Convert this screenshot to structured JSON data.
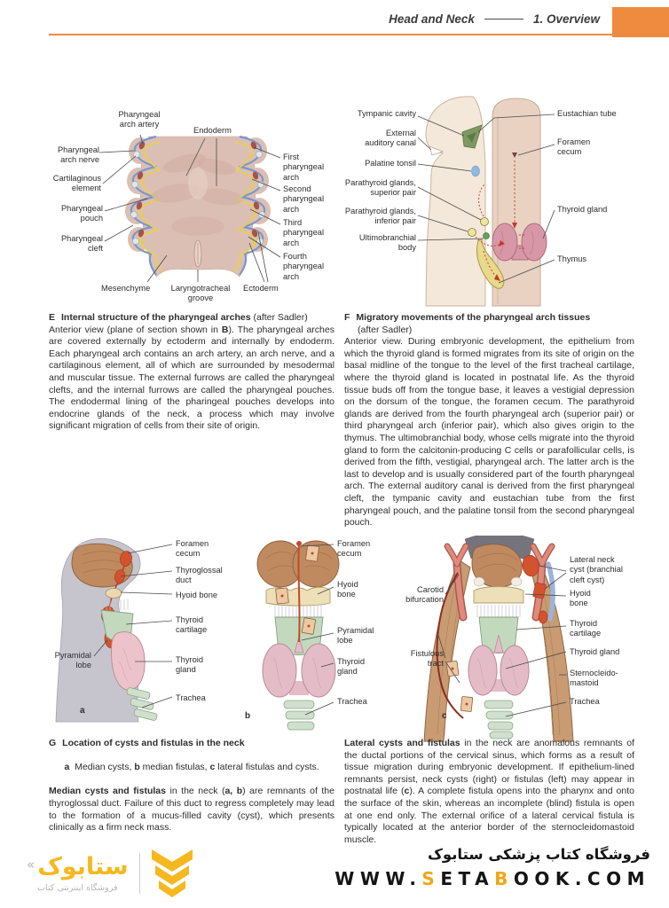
{
  "header": {
    "book_title": "Head and Neck",
    "chapter": "1.  Overview",
    "accent_color": "#ef8b3f"
  },
  "figure_e": {
    "labels": [
      "Pharyngeal\narch artery",
      "Endoderm",
      "Pharyngeal\narch nerve",
      "Cartilaginous\nelement",
      "Pharyngeal\npouch",
      "Pharyngeal\ncleft",
      "First\npharyngeal\narch",
      "Second\npharyngeal\narch",
      "Third\npharyngeal\narch",
      "Fourth\npharyngeal\narch",
      "Mesenchyme",
      "Laryngotracheal\ngroove",
      "Ectoderm"
    ],
    "caption": {
      "letter": "E",
      "title": "Internal structure of the pharyngeal arches",
      "suffix": " (after Sadler)",
      "body_1": "Anterior view (plane of section shown in ",
      "body_bold": "B",
      "body_2": "). The pharyngeal arches are covered externally by ectoderm and internally by endoderm. Each pharyngeal arch contains an arch artery, an arch nerve, and a cartilaginous element, all of which are surrounded by mesodermal and muscular tissue. The external furrows are called the pharyngeal clefts, and the internal furrows are called the pharyngeal pouches. The endodermal lining of the pharingeal pouches develops into endocrine glands of the neck, a process which may involve significant migration of cells from their site of origin."
    }
  },
  "figure_f": {
    "labels": [
      "Tympanic cavity",
      "External\nauditory canal",
      "Palatine tonsil",
      "Parathyroid glands,\nsuperior pair",
      "Parathyroid glands,\ninferior pair",
      "Ultimobranchial\nbody",
      "Eustachian tube",
      "Foramen\ncecum",
      "Thyroid gland",
      "Thymus"
    ],
    "caption": {
      "letter": "F",
      "title": "Migratory movements of the pharyngeal arch tissues",
      "subtitle": "(after Sadler)",
      "body": "Anterior view. During embryonic development, the epithelium from which the thyroid gland is formed migrates from its site of origin on the basal midline of the tongue to the level of the first tracheal cartilage, where the thyroid gland is located in postnatal life. As the thyroid tissue buds off from the tongue base, it leaves a vestigial depression on the dorsum of the tongue, the foramen cecum. The parathyroid glands are derived from the fourth pharyngeal arch (superior pair) or third pharyngeal arch (inferior pair), which also gives origin to the thymus. The ultimobranchial body, whose cells migrate into the thyroid gland to form the calcitonin-producing C cells or parafollicular cells, is derived from the fifth, vestigial, pharyngeal arch. The latter arch is the last to develop and is usually considered part of the fourth pharyngeal arch. The external auditory canal is derived from the first pharyngeal cleft, the tympanic cavity and eustachian tube from the first pharyngeal pouch, and the palatine tonsil from the second pharyngeal pouch."
    }
  },
  "figure_g": {
    "a_tag": "a",
    "a_labels": [
      "Foramen\ncecum",
      "Thyroglossal\nduct",
      "Hyoid bone",
      "Thyroid\ncartilage",
      "Pyramidal\nlobe",
      "Thyroid\ngland",
      "Trachea"
    ],
    "b_tag": "b",
    "b_labels": [
      "Foramen\ncecum",
      "Hyoid\nbone",
      "Pyramidal\nlobe",
      "Thyroid\ngland",
      "Trachea"
    ],
    "c_tag": "c",
    "c_labels": [
      "Carotid\nbifurcation",
      "Fistulous\ntract",
      "Lateral neck\ncyst (branchial\ncleft cyst)",
      "Hyoid\nbone",
      "Thyroid\ncartilage",
      "Thyroid gland",
      "Sternocleido-\nmastoid",
      "Trachea"
    ],
    "caption_left": {
      "letter": "G",
      "title": "Location of cysts and fistulas in the neck",
      "item_a": "a",
      "item_a_text": "  Median cysts, ",
      "item_b": "b",
      "item_b_text": " median fistulas, ",
      "item_c": "c",
      "item_c_text": " lateral fistulas and cysts.",
      "lead": "Median cysts and fistulas",
      "body_1": " in the neck (",
      "body_ab": "a, b",
      "body_2": ") are remnants of the thyroglossal duct. Failure of this duct to regress completely may lead to the formation of a mucus-filled cavity (cyst), which presents clinically as a firm neck mass."
    },
    "caption_right": {
      "lead": "Lateral cysts and fistulas",
      "body_1": " in the neck are anomalous remnants of the ductal portions of the cervical sinus, which forms as a result of tissue migration during embryonic development. If epithelium-lined remnants persist, neck cysts (right) or fistulas (left) may appear in postnatal life (",
      "body_c": "c",
      "body_2": "). A complete fistula opens into the pharynx and onto the surface of the skin, whereas an incomplete (blind) fistula is open at one end only. The external orifice of a lateral cervical fistula is typically located at the anterior border of the sternocleidomastoid muscle."
    }
  },
  "footer": {
    "store_title_fa": "فروشگاه کتاب پزشکی ستابوک",
    "url": {
      "p1": "WWW.",
      "s": "S",
      "p2": "ETA",
      "b": "B",
      "p3": "OOK.COM"
    },
    "logo": {
      "guillemet": "«",
      "wordmark_fa": "ستابوک",
      "tagline_fa": "فروشگاه اینترنتی کتاب"
    },
    "accent_yellow": "#f5b81f",
    "url_accent": "#efa81a"
  }
}
